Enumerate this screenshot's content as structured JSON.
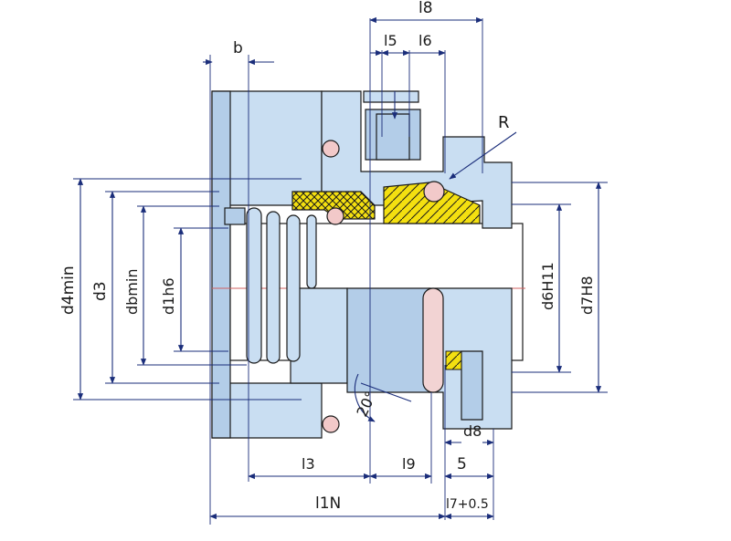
{
  "labels": {
    "b": "b",
    "l8": "l8",
    "l5": "l5",
    "l6": "l6",
    "R": "R",
    "d4min": "d4min",
    "d3": "d3",
    "dbmin": "dbmin",
    "d1h6": "d1h6",
    "d6H11": "d6H11",
    "d7H8": "d7H8",
    "angle": "20°",
    "d8": "d8",
    "l3": "l3",
    "l9": "l9",
    "five": "5",
    "l1N": "l1N",
    "l7": "l7+0.5"
  },
  "colors": {
    "housing": "#c9def2",
    "seat": "#b3cde8",
    "shaft": "#ffffff",
    "spring": "#c9def2",
    "oring": "#f2c9c9",
    "pin": "#f2d3d3",
    "hatch_yellow": "#f4e010",
    "dim_line": "#1a2d7a",
    "centerline": "#d06060"
  }
}
